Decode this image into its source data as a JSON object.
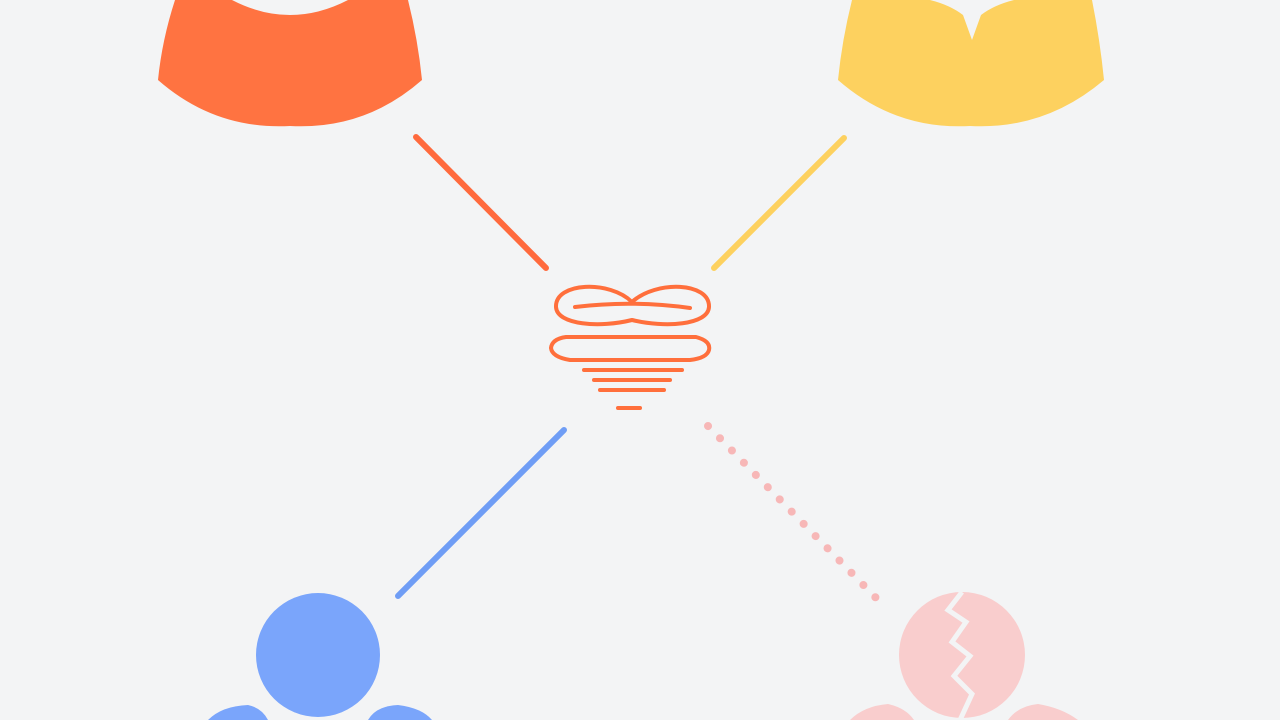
{
  "diagram": {
    "background": "#f3f4f5",
    "nodes": [
      {
        "id": "person-top-left",
        "icon": "person-shoulders-icon",
        "color": "#ff7341"
      },
      {
        "id": "person-top-right",
        "icon": "person-collar-icon",
        "color": "#fdd15f"
      },
      {
        "id": "person-bottom-left",
        "icon": "person-icon",
        "color": "#7aa5fb"
      },
      {
        "id": "person-bottom-right",
        "icon": "broken-person-icon",
        "color": "#f9cdcd"
      }
    ],
    "center": {
      "icon": "heart-scribble-icon",
      "color": "#ff6f3c"
    },
    "connections": [
      {
        "from": "person-top-left",
        "to": "center",
        "style": "solid",
        "color": "#ff6a3d"
      },
      {
        "from": "person-top-right",
        "to": "center",
        "style": "solid",
        "color": "#fdd15f"
      },
      {
        "from": "person-bottom-left",
        "to": "center",
        "style": "solid",
        "color": "#6f9df5"
      },
      {
        "from": "person-bottom-right",
        "to": "center",
        "style": "dotted",
        "color": "#f7b7b7"
      }
    ]
  }
}
